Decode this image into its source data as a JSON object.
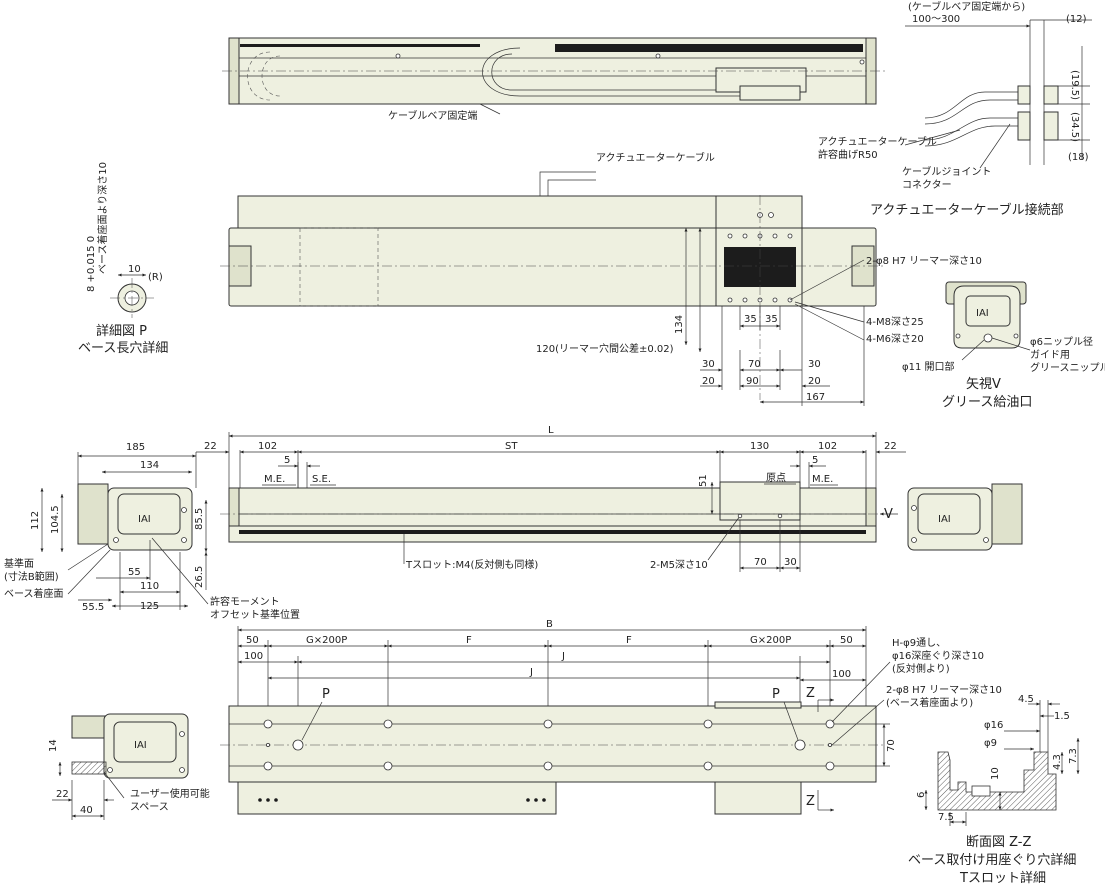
{
  "drawing": {
    "top_view": {
      "cable_bear_fixed_end": "ケーブルベア固定端"
    },
    "cable_connection": {
      "from_fixed_end": "(ケーブルベア固定端から)",
      "range": "100〜300",
      "d12": "(12)",
      "d19_5": "(19.5)",
      "d34_5": "(34.5)",
      "d18": "(18)",
      "actuator_cable_line1": "アクチュエーターケーブル",
      "actuator_cable_line2": "許容曲げR50",
      "joint_connector_line1": "ケーブルジョイント",
      "joint_connector_line2": "コネクター",
      "title": "アクチュエーターケーブル接続部"
    },
    "plan_view": {
      "actuator_cable": "アクチュエーターケーブル",
      "reamer": "2-φ8 H7 リーマー深さ10",
      "d35a": "35",
      "d35b": "35",
      "m8": "4-M8深さ25",
      "m6": "4-M6深さ20",
      "d134": "134",
      "reamer_tolerance": "120(リーマー穴間公差±0.02)",
      "d30a": "30",
      "d70": "70",
      "d30b": "30",
      "d20a": "20",
      "d90": "90",
      "d20b": "20",
      "d167": "167"
    },
    "detail_p": {
      "depth_note": "ベース着座面より深さ10",
      "tolerance": "8 +0.015 0",
      "d10": "10",
      "radius": "(R)",
      "title_line1": "詳細図 P",
      "title_line2": "ベース長穴詳細"
    },
    "view_v": {
      "nipple_line1": "φ6ニップル径",
      "nipple_line2": "ガイド用",
      "nipple_line3": "グリースニップル",
      "opening": "φ11 開口部",
      "title_line1": "矢視V",
      "title_line2": "グリース給油口"
    },
    "end_view": {
      "d185": "185",
      "d134": "134",
      "d112": "112",
      "d104_5": "104.5",
      "d85_5": "85.5",
      "d26_5": "26.5",
      "d55": "55",
      "d110": "110",
      "d125": "125",
      "d55_5": "55.5",
      "reference_surface_line1": "基準面",
      "reference_surface_line2": "(寸法B範囲)",
      "base_seat": "ベース着座面",
      "moment_line1": "許容モーメント",
      "moment_line2": "オフセット基準位置",
      "logo": "IAI"
    },
    "side_view": {
      "d22a": "22",
      "d102a": "102",
      "L": "L",
      "ST": "ST",
      "d130": "130",
      "d102b": "102",
      "d22b": "22",
      "d5a": "5",
      "me_a": "M.E.",
      "se": "S.E.",
      "d51": "51",
      "origin": "原点",
      "d5b": "5",
      "me_b": "M.E.",
      "t_slot": "Tスロット:M4(反対側も同様)",
      "m5": "2-M5深さ10",
      "d70": "70",
      "d30": "30",
      "V": "V"
    },
    "bottom_view": {
      "B": "B",
      "d50a": "50",
      "g200a": "G×200P",
      "Fa": "F",
      "Fb": "F",
      "g200b": "G×200P",
      "d50b": "50",
      "d100a": "100",
      "J": "J",
      "J2": "J",
      "d100b": "100",
      "Pa": "P",
      "Pb": "P",
      "Za": "Z",
      "Zb": "Z",
      "h_holes_line1": "H-φ9通し、",
      "h_holes_line2": "φ16深座ぐり深さ10",
      "h_holes_line3": "(反対側より)",
      "reamer_line1": "2-φ8 H7 リーマー深さ10",
      "reamer_line2": "(ベース着座面より)",
      "d70": "70"
    },
    "user_space": {
      "d14": "14",
      "d22": "22",
      "d40": "40",
      "label_line1": "ユーザー使用可能",
      "label_line2": "スペース",
      "logo": "IAI"
    },
    "section_zz": {
      "d4_5": "4.5",
      "d1_5": "1.5",
      "d16": "φ16",
      "d9": "φ9",
      "d4_3": "4.3",
      "d7_3": "7.3",
      "d6": "6",
      "d10": "10",
      "d7_5": "7.5",
      "title_line1": "断面図 Z-Z",
      "title_line2": "ベース取付け用座ぐり穴詳細",
      "title_line3": "Tスロット詳細"
    }
  }
}
